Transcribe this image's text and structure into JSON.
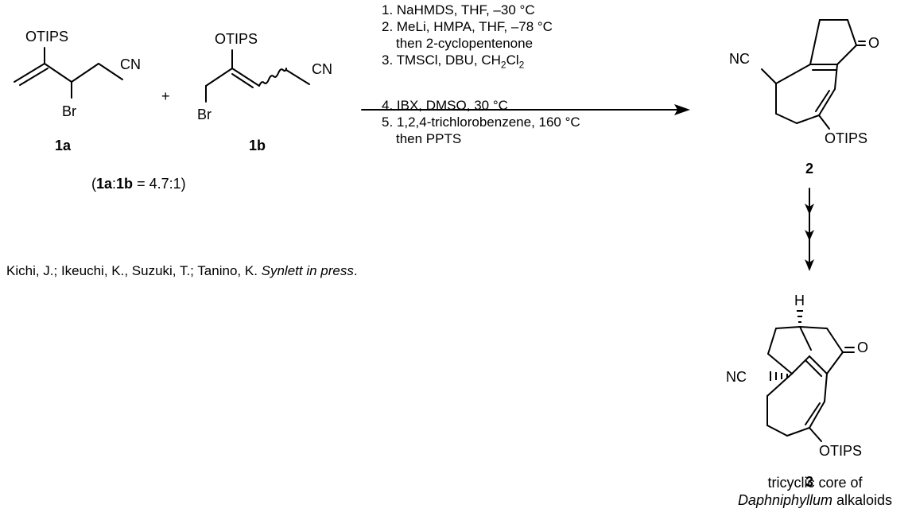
{
  "compounds": {
    "c1a": {
      "id": "1a",
      "groups": {
        "otips": "OTIPS",
        "br": "Br",
        "cn": "CN"
      }
    },
    "c1b": {
      "id": "1b",
      "groups": {
        "otips": "OTIPS",
        "br": "Br",
        "cn": "CN"
      }
    },
    "c2": {
      "id": "2",
      "groups": {
        "nc": "NC",
        "o": "O",
        "otips": "OTIPS"
      }
    },
    "c3": {
      "id": "3",
      "groups": {
        "h": "H",
        "nc": "NC",
        "o": "O",
        "otips": "OTIPS"
      },
      "description_line1": "tricyclic core of",
      "description_italic": "Daphniphyllum",
      "description_rest": " alkaloids"
    }
  },
  "plus": "+",
  "ratio": {
    "open": "(",
    "a": "1a",
    "colon": ":",
    "b": "1b",
    "eq": " = 4.7:1)"
  },
  "conditions": {
    "step1": "1. NaHMDS, THF, –30 °C",
    "step2": "2. MeLi, HMPA, THF, –78 °C",
    "step2b": "then 2-cyclopentenone",
    "step3_pre": "3. TMSCl, DBU, CH",
    "step3_sub1": "2",
    "step3_mid": "Cl",
    "step3_sub2": "2",
    "step4": "4. IBX, DMSO, 30 °C",
    "step5": "5. 1,2,4-trichlorobenzene, 160 °C",
    "step5b": "then PPTS"
  },
  "reference": {
    "authors": "Kichi, J.; Ikeuchi, K., Suzuki, T.; Tanino, K. ",
    "journal": "Synlett in press",
    "end": "."
  },
  "colors": {
    "ink": "#000000",
    "background": "#ffffff"
  }
}
